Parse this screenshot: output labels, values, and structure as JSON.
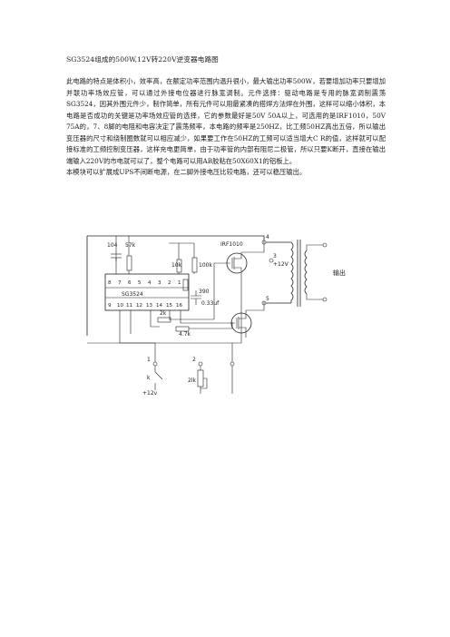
{
  "document": {
    "title": "SG3524组成的500W,12V转220V逆变器电路图",
    "paragraphs": [
      "此电路的特点是体积小，效率高，在额定功率范围内温升很小，最大输出功率500W，若要增加功率只要增加并联功率场效应管，可以通过外接电位器进行脉宽调制。元件选择：驱动电路是专用的脉宽调制震荡SG3524，因其外围元件少，制作简单，所有元件可以用最紧凑的搭焊方法焊在外围，这样可以缩小体积，本电路是否成功的关键是功率场效应管的选择，它的参数最好是50V 50A以上，可选用的是IRF1010，50V 75A的，7、8脚的电阻和电容决定了震荡频率，本电路的频率是250HZ，比工频50HZ高出五倍，所以输出变压器的尺寸和绕制圈数就可以相应减少，如果要工作在50HZ的工频可以适当增大C R的值，这样就可以配接标准的工频控制变压器，这样充电更简单，由于功率管的内部有阻尼二极管，所以只要K断开，直接在输出端输入220V的市电就可以了，整个电路可以用AB胶粘在50X60X1的铝板上。",
      "本模块可以扩展成UPS不间断电源，在二脚外接电压比较电路，还可以稳压输出。"
    ]
  },
  "schematic": {
    "ic_name": "SG3524",
    "top_pins": [
      "8",
      "7",
      "6",
      "5",
      "4",
      "3",
      "2",
      "1"
    ],
    "bottom_pins": [
      "9",
      "10",
      "11",
      "12",
      "13",
      "14",
      "15",
      "16"
    ],
    "labels": {
      "c104": "104",
      "r57k": "57k",
      "r10k": "10k",
      "r100k": "100k",
      "r390": "390",
      "c033": "0.33uf",
      "r2k": "2k",
      "r47k": "4.7k",
      "mosfet": "IRF1010",
      "vplus": "+12V",
      "n4": "4",
      "n3": "3",
      "n5": "5",
      "n1": "1",
      "n2": "2",
      "k": "k",
      "vin": "+12v",
      "pot": "2lk",
      "output": "输出"
    }
  }
}
